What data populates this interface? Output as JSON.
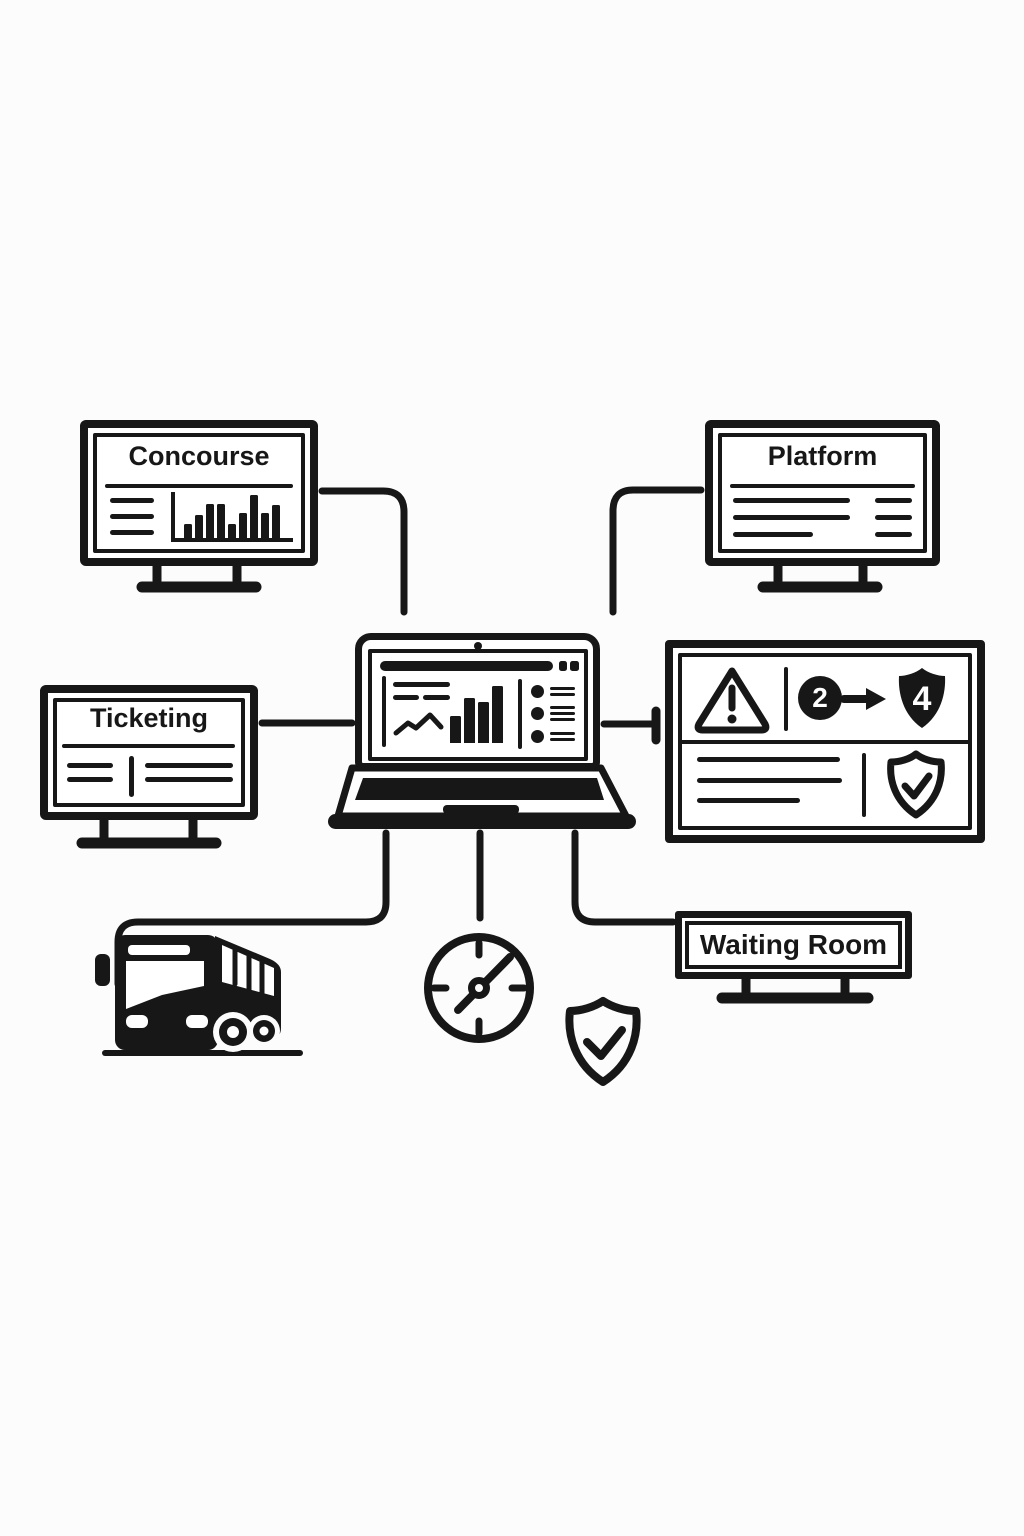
{
  "palette": {
    "ink": "#171717",
    "background": "#fcfcfc",
    "screen_white": "#ffffff"
  },
  "diagram": {
    "displays": {
      "concourse": {
        "label": "Concourse",
        "bar_values": [
          14,
          23,
          34,
          34,
          14,
          25,
          43,
          25,
          33
        ]
      },
      "platform": {
        "label": "Platform"
      },
      "ticketing": {
        "label": "Ticketing"
      },
      "waiting_room": {
        "label": "Waiting Room"
      }
    },
    "hub_laptop": {
      "dashboard_bar_values": [
        27,
        45,
        41,
        57
      ]
    },
    "alert_panel": {
      "count_from": "2",
      "count_to": "4"
    },
    "icons": {
      "bus": "bus-icon",
      "clock": "clock-icon",
      "shield_check": "shield-check-icon",
      "warning": "warning-triangle-icon",
      "arrow": "arrow-right-icon",
      "count_badge": "circle-count-badge",
      "shield_badge": "shield-count-badge"
    }
  }
}
